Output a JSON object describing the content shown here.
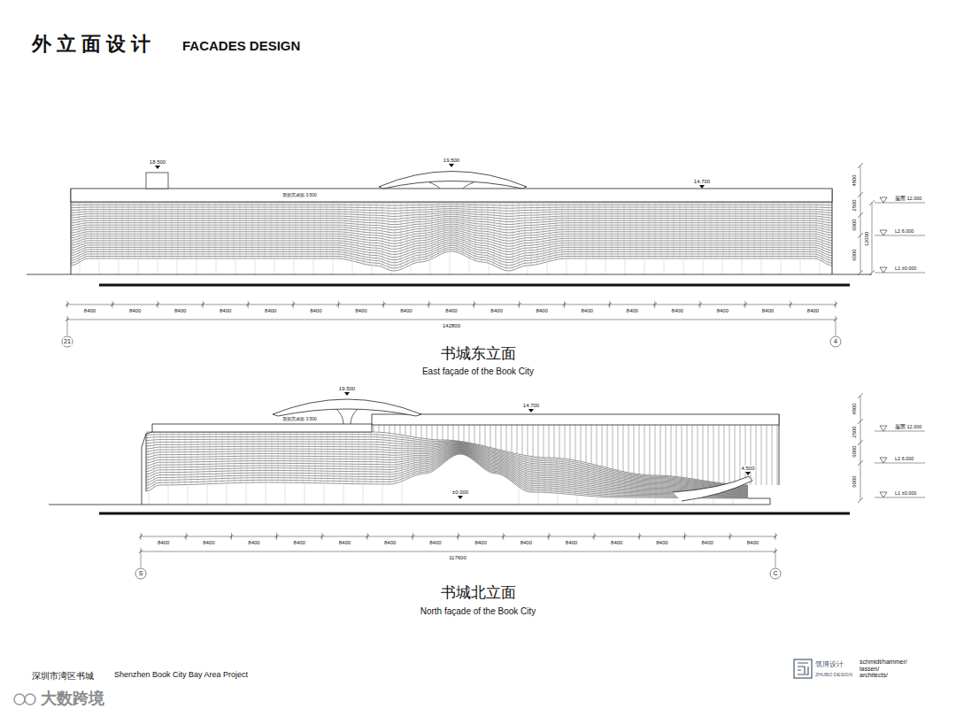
{
  "diagram": {
    "title": "外立面设计",
    "labels": [
      "FACADES DESIGN",
      "18.500",
      "19.500",
      "14.700",
      "屋面完成面 3.500",
      "4800",
      "2500",
      "6000",
      "12000",
      "6000",
      "屋面 12.000",
      "L2 6.000",
      "L1 ±0.000",
      "8400",
      "8400",
      "8400",
      "8400",
      "8400",
      "8400",
      "8400",
      "8400",
      "8400",
      "8400",
      "8400",
      "8400",
      "8400",
      "8400",
      "8400",
      "8400",
      "8400",
      "142800",
      "21",
      "4",
      "书城东立面",
      "East façade of the Book City",
      "19.500",
      "14.700",
      "屋面完成面 3.500",
      "4.500",
      "±0.000",
      "4800",
      "2500",
      "6000",
      "6000",
      "屋面 12.000",
      "L2 6.000",
      "L1 ±0.000",
      "8400",
      "8400",
      "8400",
      "8400",
      "8400",
      "8400",
      "8400",
      "8400",
      "8400",
      "8400",
      "8400",
      "8400",
      "8400",
      "8400",
      "117600",
      "S",
      "C",
      "书城北立面",
      "North façade of the Book City",
      "深圳市湾区书城",
      "Shenzhen Book City Bay Area Project",
      "筑博设计",
      "ZHUBO DESIGN",
      "schmidt/hammer/ lassen/ architects/",
      "大数跨境"
    ]
  }
}
